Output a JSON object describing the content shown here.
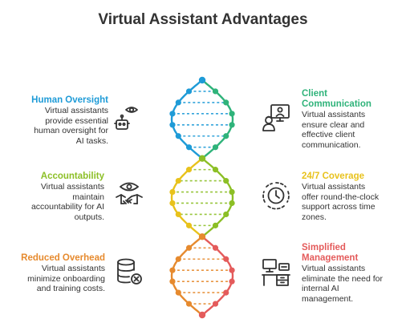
{
  "title": "Virtual Assistant Advantages",
  "colors": {
    "blue": "#1e9bd7",
    "green": "#2fb37a",
    "lime": "#8cbf26",
    "yellow": "#e8c21c",
    "orange": "#e68a2e",
    "red": "#e45b5b",
    "icon": "#333333"
  },
  "items": [
    {
      "head": "Human Oversight",
      "lines": [
        "Virtual assistants",
        "provide essential",
        "human oversight for",
        "AI tasks."
      ],
      "color": "#1e9bd7",
      "icon": "robot-eye-icon"
    },
    {
      "head": "Client",
      "head2": "Communication",
      "lines": [
        "Virtual assistants",
        "ensure clear and",
        "effective client",
        "communication."
      ],
      "color": "#2fb37a",
      "icon": "video-call-icon"
    },
    {
      "head": "Accountability",
      "lines": [
        "Virtual assistants",
        "maintain",
        "accountability for AI",
        "outputs."
      ],
      "color": "#8cbf26",
      "icon": "handshake-eye-icon"
    },
    {
      "head": "24/7 Coverage",
      "lines": [
        "Virtual assistants",
        "offer round-the-clock",
        "support across time",
        "zones."
      ],
      "color": "#e8c21c",
      "icon": "clock-icon"
    },
    {
      "head": "Reduced Overhead",
      "lines": [
        "Virtual assistants",
        "minimize onboarding",
        "and training costs."
      ],
      "color": "#e68a2e",
      "icon": "database-cancel-icon"
    },
    {
      "head": "Simplified",
      "head2": "Management",
      "lines": [
        "Virtual assistants",
        "eliminate the need for",
        "internal AI",
        "management."
      ],
      "color": "#e45b5b",
      "icon": "desk-icon"
    }
  ]
}
